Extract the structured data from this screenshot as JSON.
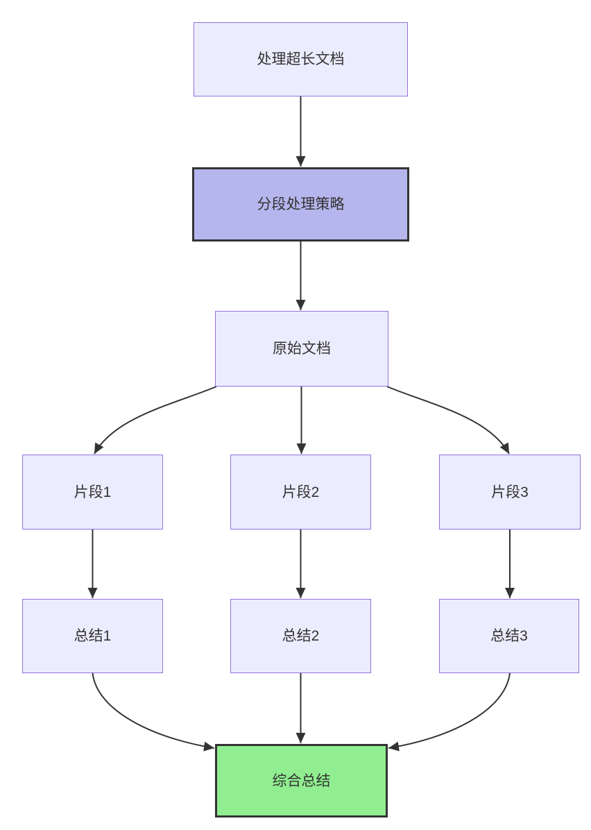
{
  "diagram": {
    "type": "flowchart",
    "direction": "top-down",
    "nodes": [
      {
        "id": "process",
        "label": "处理超长文档",
        "role": "default"
      },
      {
        "id": "strategy",
        "label": "分段处理策略",
        "role": "highlight"
      },
      {
        "id": "original",
        "label": "原始文档",
        "role": "default"
      },
      {
        "id": "frag1",
        "label": "片段1",
        "role": "default"
      },
      {
        "id": "frag2",
        "label": "片段2",
        "role": "default"
      },
      {
        "id": "frag3",
        "label": "片段3",
        "role": "default"
      },
      {
        "id": "sum1",
        "label": "总结1",
        "role": "default"
      },
      {
        "id": "sum2",
        "label": "总结2",
        "role": "default"
      },
      {
        "id": "sum3",
        "label": "总结3",
        "role": "default"
      },
      {
        "id": "final",
        "label": "综合总结",
        "role": "success"
      }
    ],
    "edges": [
      {
        "from": "process",
        "to": "strategy"
      },
      {
        "from": "strategy",
        "to": "original"
      },
      {
        "from": "original",
        "to": "frag1"
      },
      {
        "from": "original",
        "to": "frag2"
      },
      {
        "from": "original",
        "to": "frag3"
      },
      {
        "from": "frag1",
        "to": "sum1"
      },
      {
        "from": "frag2",
        "to": "sum2"
      },
      {
        "from": "frag3",
        "to": "sum3"
      },
      {
        "from": "sum1",
        "to": "final"
      },
      {
        "from": "sum2",
        "to": "final"
      },
      {
        "from": "sum3",
        "to": "final"
      }
    ],
    "colors": {
      "background": "#ffffff",
      "node_fill": "#ECECFF",
      "node_border": "#9370DB",
      "highlight_fill": "#b6b6ee",
      "highlight_border": "#333333",
      "success_fill": "#90EE90",
      "success_border": "#333333",
      "edge": "#333333",
      "text": "#333333"
    }
  }
}
